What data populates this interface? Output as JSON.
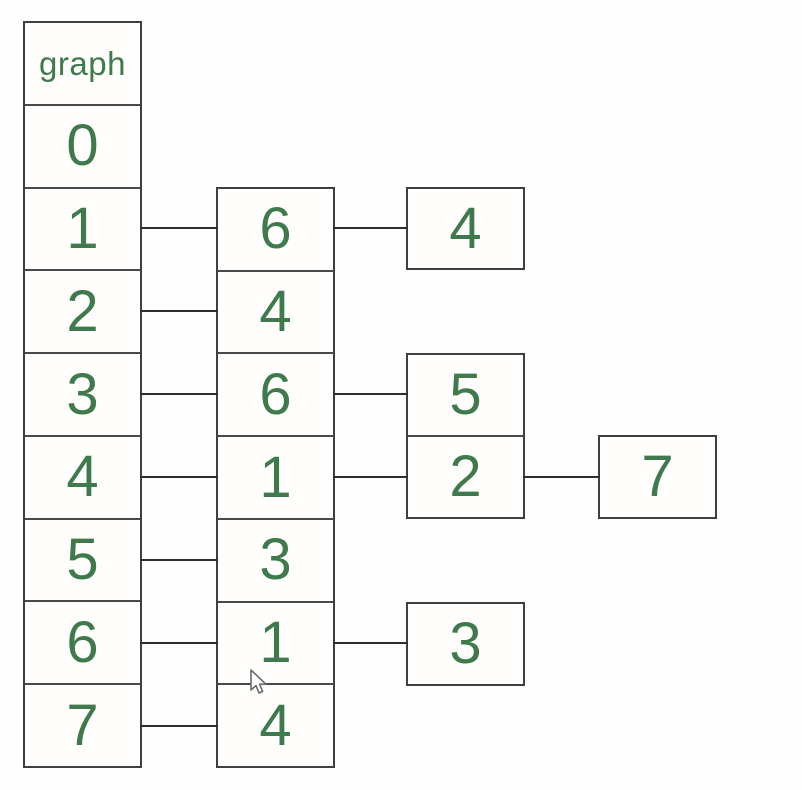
{
  "diagram": {
    "type": "graph-adjacency-list",
    "header": "graph",
    "adjacency_lists": [
      {
        "vertex": "0",
        "neighbors": []
      },
      {
        "vertex": "1",
        "neighbors": [
          "6",
          "4"
        ]
      },
      {
        "vertex": "2",
        "neighbors": [
          "4"
        ]
      },
      {
        "vertex": "3",
        "neighbors": [
          "6",
          "5"
        ]
      },
      {
        "vertex": "4",
        "neighbors": [
          "1",
          "2",
          "7"
        ]
      },
      {
        "vertex": "5",
        "neighbors": [
          "3"
        ]
      },
      {
        "vertex": "6",
        "neighbors": [
          "1",
          "3"
        ]
      },
      {
        "vertex": "7",
        "neighbors": [
          "4"
        ]
      }
    ],
    "colors": {
      "text_green": "#3e7a4c",
      "border_dark": "#3f3f3f",
      "connector": "#2e2e2e",
      "background": "#fefefe"
    }
  }
}
